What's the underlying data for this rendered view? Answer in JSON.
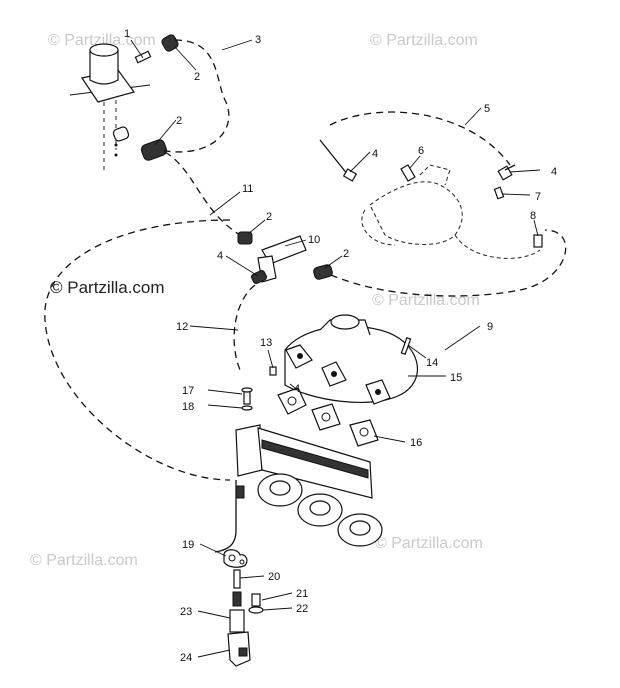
{
  "watermarks": {
    "faint": "© Partzilla.com",
    "main": "© Partzilla.com"
  },
  "callouts": [
    "1",
    "2",
    "3",
    "2",
    "5",
    "4",
    "6",
    "4",
    "7",
    "8",
    "11",
    "2",
    "10",
    "4",
    "2",
    "12",
    "9",
    "13",
    "14",
    "15",
    "4",
    "17",
    "18",
    "16",
    "19",
    "20",
    "21",
    "22",
    "23",
    "24"
  ],
  "colors": {
    "ink": "#111111",
    "watermark": "#c9c9c9",
    "background": "#ffffff"
  }
}
